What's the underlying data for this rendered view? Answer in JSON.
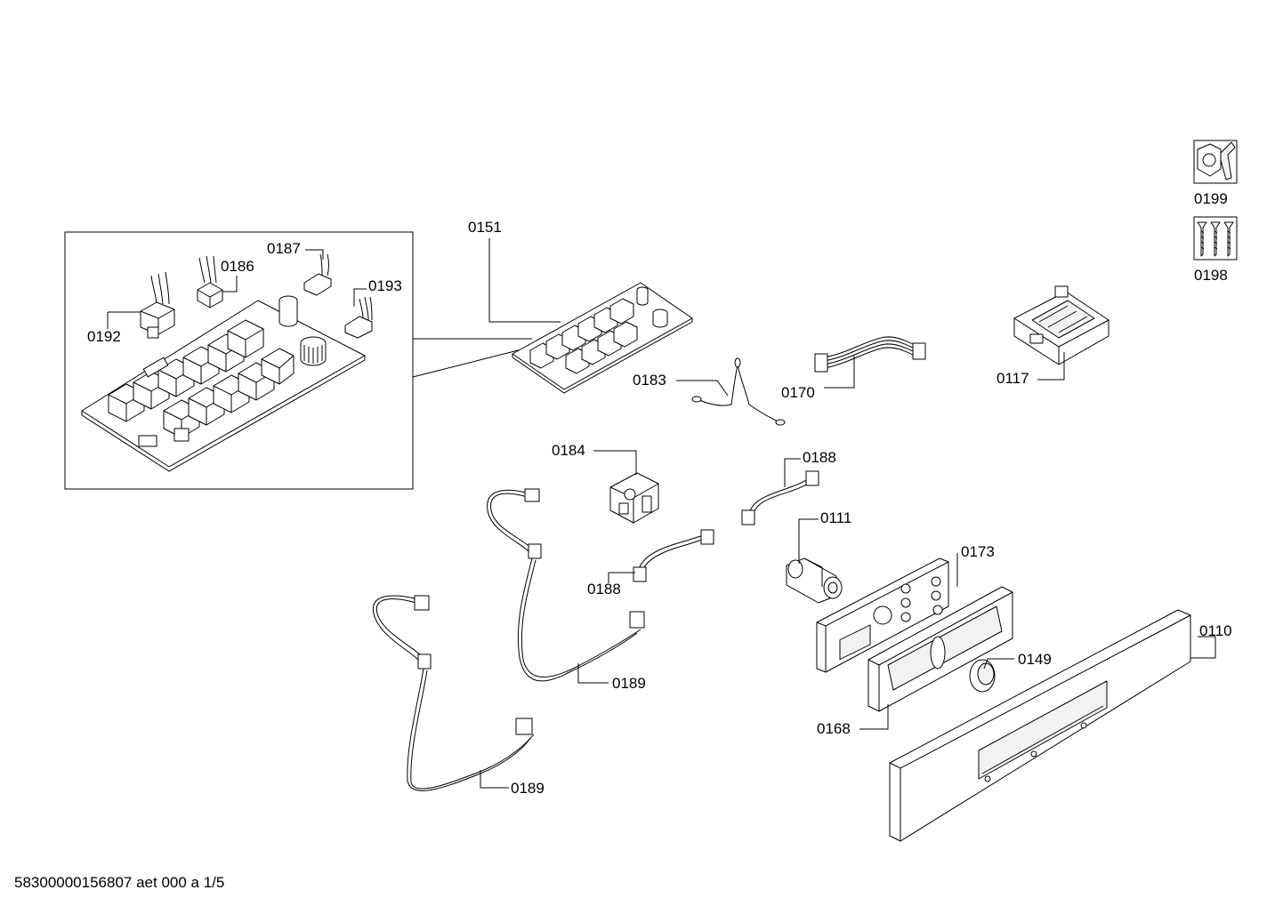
{
  "diagram": {
    "labels": {
      "l0199": "0199",
      "l0198": "0198",
      "l0151": "0151",
      "l0187": "0187",
      "l0186": "0186",
      "l0193": "0193",
      "l0192": "0192",
      "l0183": "0183",
      "l0170": "0170",
      "l0117": "0117",
      "l0184": "0184",
      "l0188a": "0188",
      "l0111": "0111",
      "l0188b": "0188",
      "l0173": "0173",
      "l0110": "0110",
      "l0149": "0149",
      "l0189a": "0189",
      "l0168": "0168",
      "l0189b": "0189"
    },
    "icons": {
      "service": "wrench-nut-icon",
      "screws": "screws-icon"
    }
  },
  "footer": {
    "document_code": "58300000156807 aet 000 a 1/5"
  }
}
